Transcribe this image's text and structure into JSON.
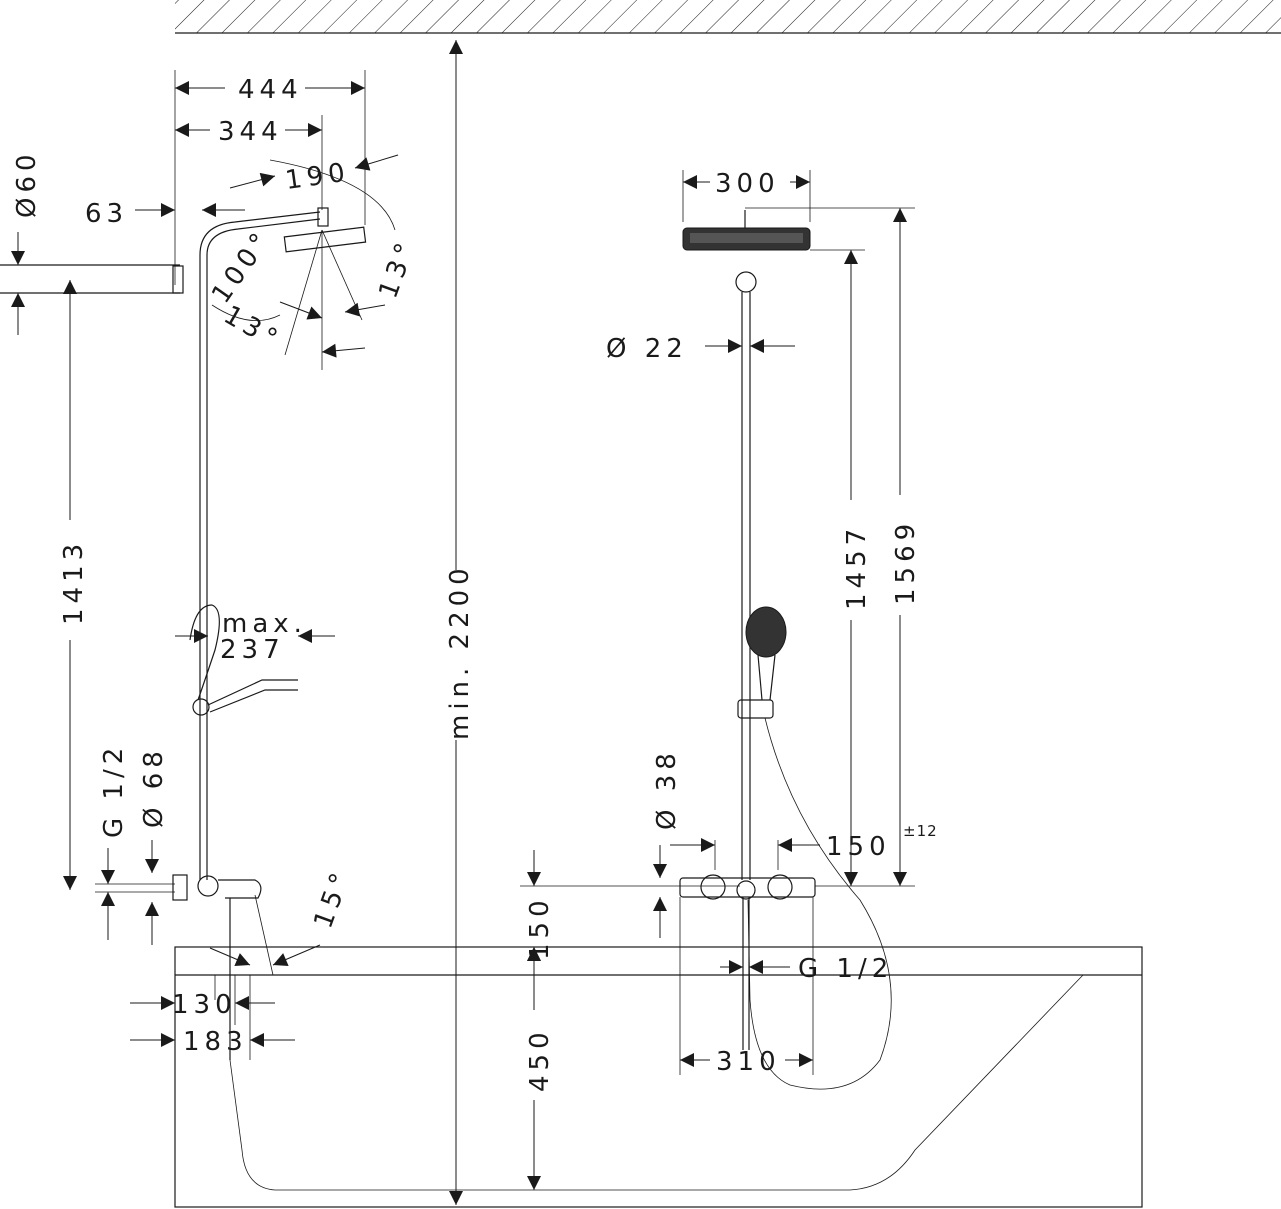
{
  "left_view": {
    "width_444": "444",
    "width_344": "344",
    "arm_190": "190",
    "offset_63": "63",
    "diameter_60": "Ø60",
    "angle_100": "100°",
    "angle_13_right": "13°",
    "angle_13_left": "13°",
    "height_1413": "1413",
    "max_label": "max.",
    "reach_237": "237",
    "connection_g12": "G 1/2",
    "diameter_68": "Ø 68",
    "angle_15": "15°",
    "spout_130": "130",
    "spout_183": "183"
  },
  "center": {
    "min_height": "min. 2200",
    "height_150": "150",
    "height_450": "450"
  },
  "right_view": {
    "head_300": "300",
    "diameter_22": "Ø 22",
    "height_1457": "1457",
    "height_1569": "1569",
    "diameter_38": "Ø 38",
    "center_150": "150",
    "tolerance": "±12",
    "connection_g12": "G 1/2",
    "width_310": "310"
  }
}
